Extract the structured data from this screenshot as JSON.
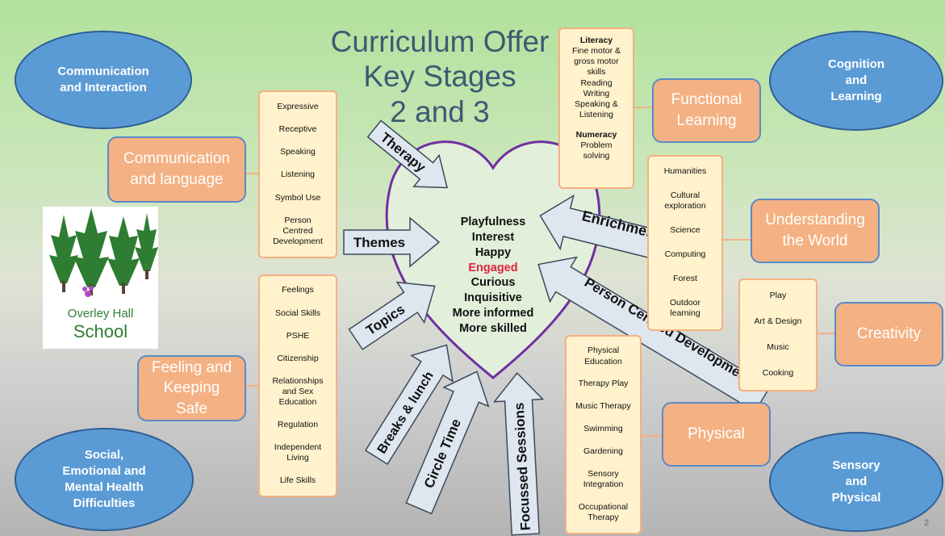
{
  "title": "Curriculum Offer\nKey Stages\n2 and 3",
  "ovals": {
    "communication": "Communication\nand Interaction",
    "cognition": "Cognition\nand\nLearning",
    "social": "Social,\nEmotional and\nMental Health\nDifficulties",
    "sensory": "Sensory\nand\nPhysical"
  },
  "boxes": {
    "communication_language": "Communication\nand language",
    "feeling_safe": "Feeling and\nKeeping\nSafe",
    "functional_learning": "Functional\nLearning",
    "understanding_world": "Understanding\nthe World",
    "creativity": "Creativity",
    "physical": "Physical"
  },
  "lists": {
    "communication": [
      "Expressive",
      "Receptive",
      "Speaking",
      "Listening",
      "Symbol Use",
      "Person\nCentred\nDevelopment"
    ],
    "feelings": [
      "Feelings",
      "Social Skills",
      "PSHE",
      "Citizenship",
      "Relationships\nand Sex\nEducation",
      "Regulation",
      "Independent\nLiving",
      "Life Skills"
    ],
    "functional": {
      "literacy_head": "Literacy",
      "literacy": [
        "Fine motor  &\ngross motor\nskills",
        "Reading",
        "Writing",
        "Speaking &\nListening"
      ],
      "numeracy_head": "Numeracy",
      "numeracy": [
        "Problem\nsolving"
      ]
    },
    "world": [
      "Humanities",
      "Cultural\nexploration",
      "Science",
      "Computing",
      "Forest",
      "Outdoor\nlearning"
    ],
    "creativity": [
      "Play",
      "Art & Design",
      "Music",
      "Cooking"
    ],
    "physical": [
      "Physical\nEducation",
      "Therapy Play",
      "Music Therapy",
      "Swimming",
      "Gardening",
      "Sensory\nIntegration",
      "Occupational\nTherapy"
    ]
  },
  "heart_words": [
    "Playfulness",
    "Interest",
    "Happy",
    "Engaged",
    "Curious",
    "Inquisitive",
    "More informed",
    "More skilled"
  ],
  "arrows": {
    "therapy": "Therapy",
    "themes": "Themes",
    "topics": "Topics",
    "breaks": "Breaks & lunch",
    "circle": "Circle Time",
    "focussed": "Focussed Sessions",
    "enrichment": "Enrichment",
    "person_centred": "Person Centred Development"
  },
  "logo": {
    "line1": "Overley Hall",
    "line2": "School"
  },
  "page_number": "2",
  "colors": {
    "oval": "#5b9bd5",
    "box": "#f4b183",
    "list": "#fff2cc",
    "heart": "#7030a0",
    "arrow": "#dee6ef",
    "engaged": "#e0243c",
    "title": "#3d5a72"
  }
}
